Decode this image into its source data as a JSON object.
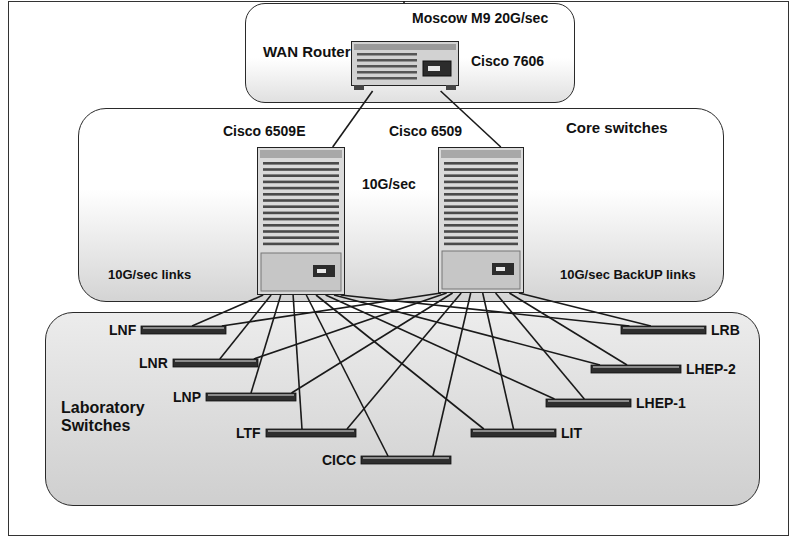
{
  "diagram": {
    "nodes": [
      {
        "text": [
          "WAN Router"
        ]
      },
      {
        "text": [
          "Cisco 7606"
        ],
        "in": 0
      },
      {
        "text": [
          "Core switches"
        ]
      },
      {
        "text": [
          "Cisco 6509E"
        ],
        "in": 2
      },
      {
        "text": [
          "Cisco 6509"
        ],
        "in": 2
      },
      {
        "text": [
          "Laboratory Switches"
        ]
      },
      {
        "text": [
          "LNF"
        ],
        "in": 5
      },
      {
        "text": [
          "LNR"
        ],
        "in": 5
      },
      {
        "text": [
          "LNP"
        ],
        "in": 5
      },
      {
        "text": [
          "LTF"
        ],
        "in": 5
      },
      {
        "text": [
          "CICC"
        ],
        "in": 5
      },
      {
        "text": [
          "LIT"
        ],
        "in": 5
      },
      {
        "text": [
          "LHEP-1"
        ],
        "in": 5
      },
      {
        "text": [
          "LHEP-2"
        ],
        "in": 5
      },
      {
        "text": [
          "LRB"
        ],
        "in": 5
      }
    ],
    "edges": [
      {
        "from": 1,
        "to": 3,
        "arrow": "none"
      },
      {
        "from": 1,
        "to": 4,
        "arrow": "none"
      },
      {
        "from": 3,
        "to": 6,
        "arrow": "none"
      },
      {
        "from": 3,
        "to": 7,
        "arrow": "none"
      },
      {
        "from": 3,
        "to": 8,
        "arrow": "none"
      },
      {
        "from": 3,
        "to": 9,
        "arrow": "none"
      },
      {
        "from": 3,
        "to": 10,
        "arrow": "none"
      },
      {
        "from": 3,
        "to": 11,
        "arrow": "none"
      },
      {
        "from": 3,
        "to": 12,
        "arrow": "none"
      },
      {
        "from": 3,
        "to": 13,
        "arrow": "none"
      },
      {
        "from": 3,
        "to": 14,
        "arrow": "none"
      },
      {
        "from": 4,
        "to": 6,
        "arrow": "none"
      },
      {
        "from": 4,
        "to": 7,
        "arrow": "none"
      },
      {
        "from": 4,
        "to": 8,
        "arrow": "none"
      },
      {
        "from": 4,
        "to": 9,
        "arrow": "none"
      },
      {
        "from": 4,
        "to": 10,
        "arrow": "none"
      },
      {
        "from": 4,
        "to": 11,
        "arrow": "none"
      },
      {
        "from": 4,
        "to": 12,
        "arrow": "none"
      },
      {
        "from": 4,
        "to": 13,
        "arrow": "none"
      },
      {
        "from": 4,
        "to": 14,
        "arrow": "none"
      }
    ],
    "labels": [
      "Moscow M9 20G/sec",
      "10G/sec",
      "10G/sec links",
      "10G/sec BackUP links"
    ]
  }
}
